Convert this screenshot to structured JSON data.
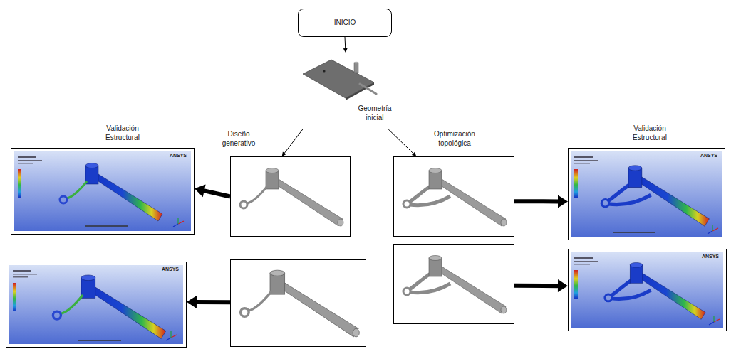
{
  "diagram": {
    "nodes": [
      {
        "text": [
          "INICIO"
        ]
      },
      {
        "text": [
          "Geometría inicial"
        ]
      },
      {
        "text": [
          "Validación Estructural",
          "ANSYS"
        ]
      },
      {
        "text": [
          "Diseño generativo"
        ]
      },
      {
        "text": [
          "Optimización topológica"
        ]
      },
      {
        "text": [
          "Validación Estructural",
          "ANSYS"
        ]
      },
      {
        "text": [
          "ANSYS"
        ]
      },
      {
        "text": []
      },
      {
        "text": []
      },
      {
        "text": [
          "ANSYS"
        ]
      }
    ],
    "edges": [
      {
        "from": 0,
        "to": 1,
        "arrow": "to"
      },
      {
        "from": 1,
        "to": 3,
        "arrow": "to"
      },
      {
        "from": 1,
        "to": 4,
        "arrow": "to"
      },
      {
        "from": 3,
        "to": 2,
        "arrow": "to"
      },
      {
        "from": 4,
        "to": 5,
        "arrow": "to"
      },
      {
        "from": 7,
        "to": 6,
        "arrow": "to"
      },
      {
        "from": 8,
        "to": 9,
        "arrow": "to"
      }
    ]
  }
}
